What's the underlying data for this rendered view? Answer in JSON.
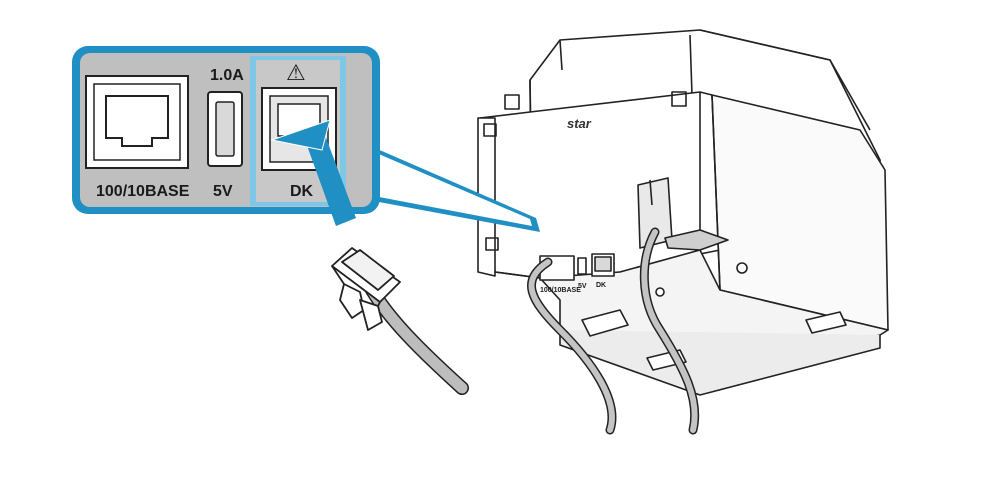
{
  "callout": {
    "lan_label": "100/10BASE",
    "usb_label": "5V",
    "usb_current_label": "1.0A",
    "dk_label": "DK",
    "warning_symbol": "⚠"
  },
  "printer": {
    "brand": "star",
    "lan_label": "100/10BASE",
    "usb_label": "5V",
    "dk_label": "DK"
  },
  "colors": {
    "callout_border": "#1f8fc4",
    "callout_fill": "#bfbfbf",
    "arrow": "#1f8fc4",
    "dk_highlight": "#7fc7e6"
  },
  "icons": [
    "warning-icon",
    "arrow-icon",
    "rj45-jack-icon",
    "usb-port-icon",
    "rj12-plug-icon"
  ]
}
